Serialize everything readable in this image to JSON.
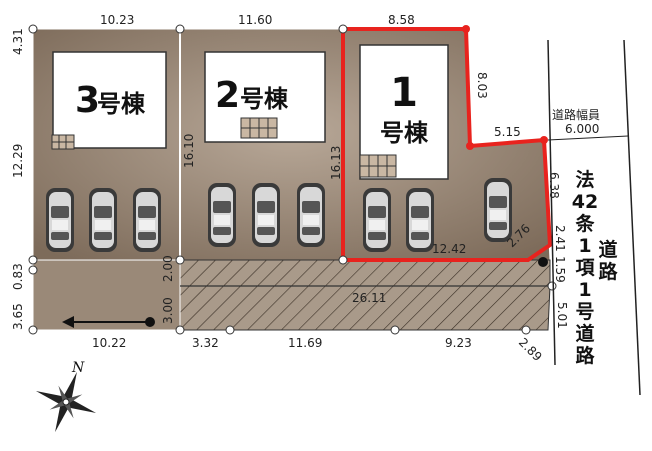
{
  "lots": {
    "lot3": {
      "number": "3",
      "suffix": "号棟"
    },
    "lot2": {
      "number": "2",
      "suffix": "号棟"
    },
    "lot1": {
      "number": "1",
      "suffix": "号棟"
    }
  },
  "dimensions": {
    "top_lot3": "10.23",
    "top_lot2": "11.60",
    "top_lot1": "8.58",
    "left_top": "4.31",
    "left_mid": "12.29",
    "left_083": "0.83",
    "left_365": "3.65",
    "lot1_right": "8.03",
    "lot1_step": "5.15",
    "div_23": "16.10",
    "div_12": "16.13",
    "lot1_bottom": "12.42",
    "diag": "2.76",
    "right_638": "6.38",
    "right_241": "2.41",
    "right_159": "1.59",
    "right_501": "5.01",
    "strip_200": "2.00",
    "strip_300": "3.00",
    "strip_len": "26.11",
    "bottom_1022": "10.22",
    "bottom_332": "3.32",
    "bottom_1169": "11.69",
    "bottom_923": "9.23",
    "bottom_289": "2.89"
  },
  "road": {
    "width_label": "道路幅員",
    "width_value": "6.000",
    "designation": [
      "法",
      "42",
      "条",
      "1",
      "項",
      "1",
      "号",
      "道",
      "路"
    ],
    "name": [
      "道",
      "路"
    ]
  },
  "compass": {
    "label": "N"
  },
  "colors": {
    "lot_fill": "#8b7968",
    "lot1_outline": "#e8231e",
    "hatch_fill": "#a99a8a",
    "road_line": "#222222"
  }
}
